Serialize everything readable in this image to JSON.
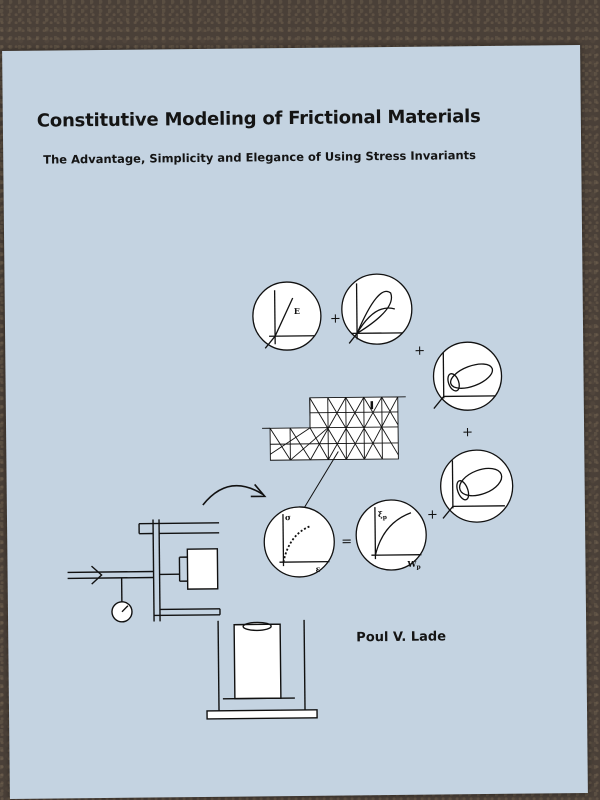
{
  "book": {
    "title": "Constitutive Modeling of Frictional Materials",
    "subtitle": "The Advantage, Simplicity and Elegance of Using Stress Invariants",
    "author": "Poul V. Lade"
  },
  "illustration": {
    "label_E": "E",
    "label_sigma": "σ",
    "label_epsilon": "ε",
    "label_xi": "ξ",
    "label_xi_sub": "p",
    "label_W": "W",
    "label_W_sub": "p",
    "plus_sign": "+",
    "equals_sign": "="
  },
  "colors": {
    "cover": "#c4d3e1",
    "ink": "#141414",
    "background": "#4a4038"
  }
}
